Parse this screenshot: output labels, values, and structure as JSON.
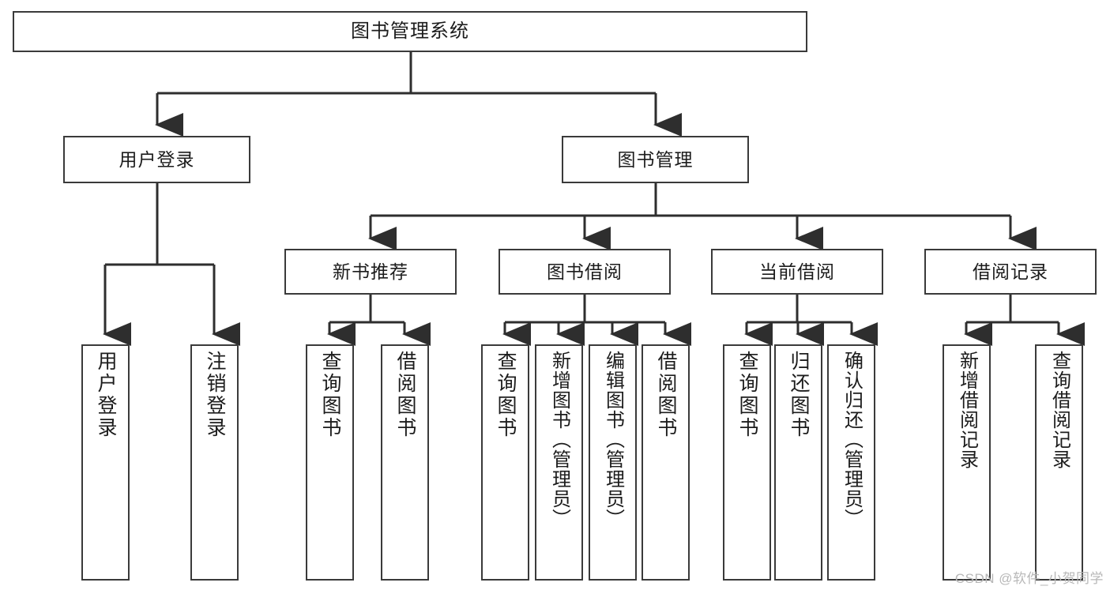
{
  "diagram": {
    "type": "tree",
    "title": "图书管理系统",
    "root": {
      "label": "图书管理系统"
    },
    "level2": [
      {
        "label": "用户登录"
      },
      {
        "label": "图书管理"
      }
    ],
    "level3": [
      {
        "label": "新书推荐"
      },
      {
        "label": "图书借阅"
      },
      {
        "label": "当前借阅"
      },
      {
        "label": "借阅记录"
      }
    ],
    "leaves": {
      "user_login": [
        {
          "label": "用户登录"
        },
        {
          "label": "注销登录"
        }
      ],
      "new_book_recommend": [
        {
          "label": "查询图书"
        },
        {
          "label": "借阅图书"
        }
      ],
      "book_borrow": [
        {
          "label": "查询图书"
        },
        {
          "label": "新增图书（管理员）"
        },
        {
          "label": "编辑图书（管理员）"
        },
        {
          "label": "借阅图书"
        }
      ],
      "current_borrow": [
        {
          "label": "查询图书"
        },
        {
          "label": "归还图书"
        },
        {
          "label": "确认归还（管理员）"
        }
      ],
      "borrow_record": [
        {
          "label": "新增借阅记录"
        },
        {
          "label": "查询借阅记录"
        }
      ]
    }
  },
  "watermark": {
    "text": "CSDN @软件_小贺同学"
  },
  "colors": {
    "stroke": "#3a3a3a",
    "fill": "#ffffff",
    "text": "#1c1c1c",
    "watermark": "#b8b8b8"
  }
}
